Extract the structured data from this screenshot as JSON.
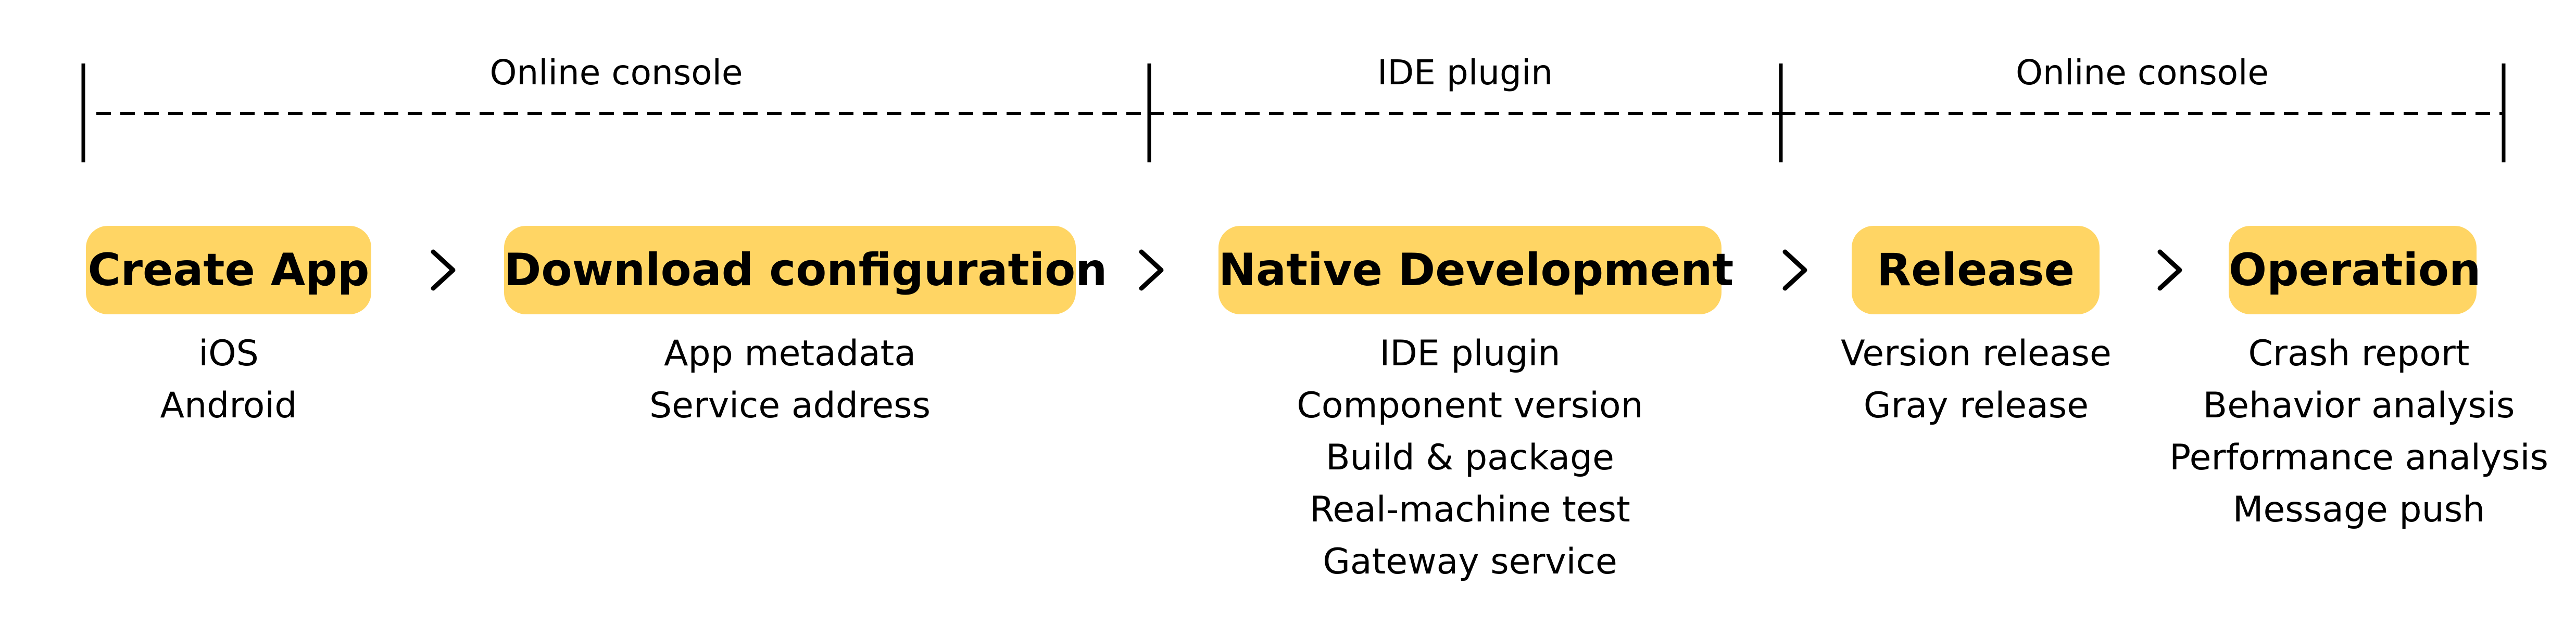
{
  "phases": [
    {
      "label": "Online console"
    },
    {
      "label": "IDE plugin"
    },
    {
      "label": "Online console"
    }
  ],
  "stages": [
    {
      "title": "Create App",
      "items": [
        "iOS",
        "Android"
      ]
    },
    {
      "title": "Download configuration",
      "items": [
        "App metadata",
        "Service address"
      ]
    },
    {
      "title": "Native Development",
      "items": [
        "IDE plugin",
        "Component version",
        "Build & package",
        "Real-machine test",
        "Gateway service"
      ]
    },
    {
      "title": "Release",
      "items": [
        "Version release",
        "Gray release"
      ]
    },
    {
      "title": "Operation",
      "items": [
        "Crash report",
        "Behavior analysis",
        "Performance analysis",
        "Message push"
      ]
    }
  ],
  "colors": {
    "stage_fill": "#FFD564",
    "text": "#000000",
    "lines": "#000000"
  },
  "icons": {
    "arrow": "chevron-right-icon"
  }
}
